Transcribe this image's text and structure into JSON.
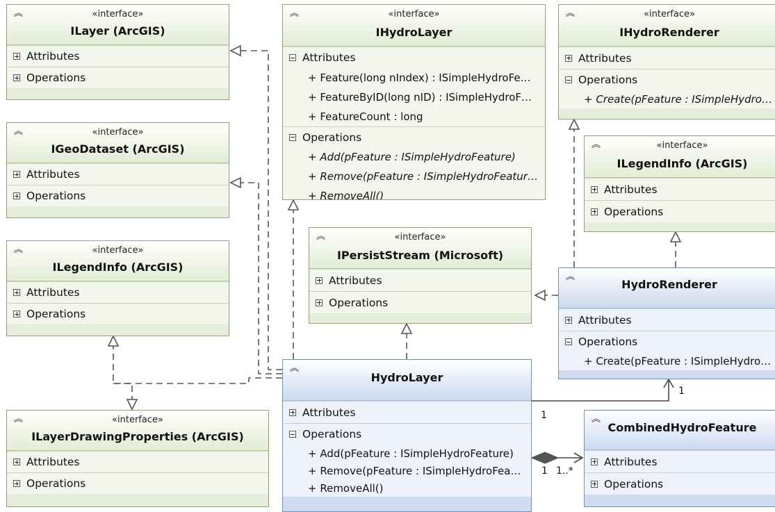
{
  "stereotype": "«interface»",
  "labels": {
    "attributes": "Attributes",
    "operations": "Operations"
  },
  "boxes": {
    "ilayer": {
      "title": "ILayer (ArcGIS)"
    },
    "igeodataset": {
      "title": "IGeoDataset (ArcGIS)"
    },
    "ilegendinfo_left": {
      "title": "ILegendInfo (ArcGIS)"
    },
    "ilayerdrawing": {
      "title": "ILayerDrawingProperties (ArcGIS)"
    },
    "ihydrolayer": {
      "title": "IHydroLayer",
      "attributes": [
        "+ Feature(long nIndex) : ISimpleHydroFe…",
        "+ FeatureByID(long nID) : ISimpleHydroF…",
        "+ FeatureCount : long"
      ],
      "operations": [
        "+ Add(pFeature : ISimpleHydroFeature)",
        "+ Remove(pFeature : ISimpleHydroFeatur…",
        "+ RemoveAll()"
      ]
    },
    "ipersiststream": {
      "title": "IPersistStream (Microsoft)"
    },
    "hydrolayer": {
      "title": "HydroLayer",
      "operations": [
        "+ Add(pFeature : ISimpleHydroFeature)",
        "+ Remove(pFeature : ISimpleHydroFea…",
        "+ RemoveAll()"
      ]
    },
    "ihydrorenderer": {
      "title": "IHydroRenderer",
      "operations": [
        "+ Create(pFeature : ISimpleHydro…"
      ]
    },
    "ilegendinfo_right": {
      "title": "ILegendInfo (ArcGIS)"
    },
    "hydrorenderer": {
      "title": "HydroRenderer",
      "operations": [
        "+ Create(pFeature : ISimpleHydro…"
      ]
    },
    "combined": {
      "title": "CombinedHydroFeature"
    }
  },
  "multiplicities": {
    "renderer_end": "1",
    "layer_end": "1",
    "composition_source": "1",
    "composition_target": "1..*"
  }
}
